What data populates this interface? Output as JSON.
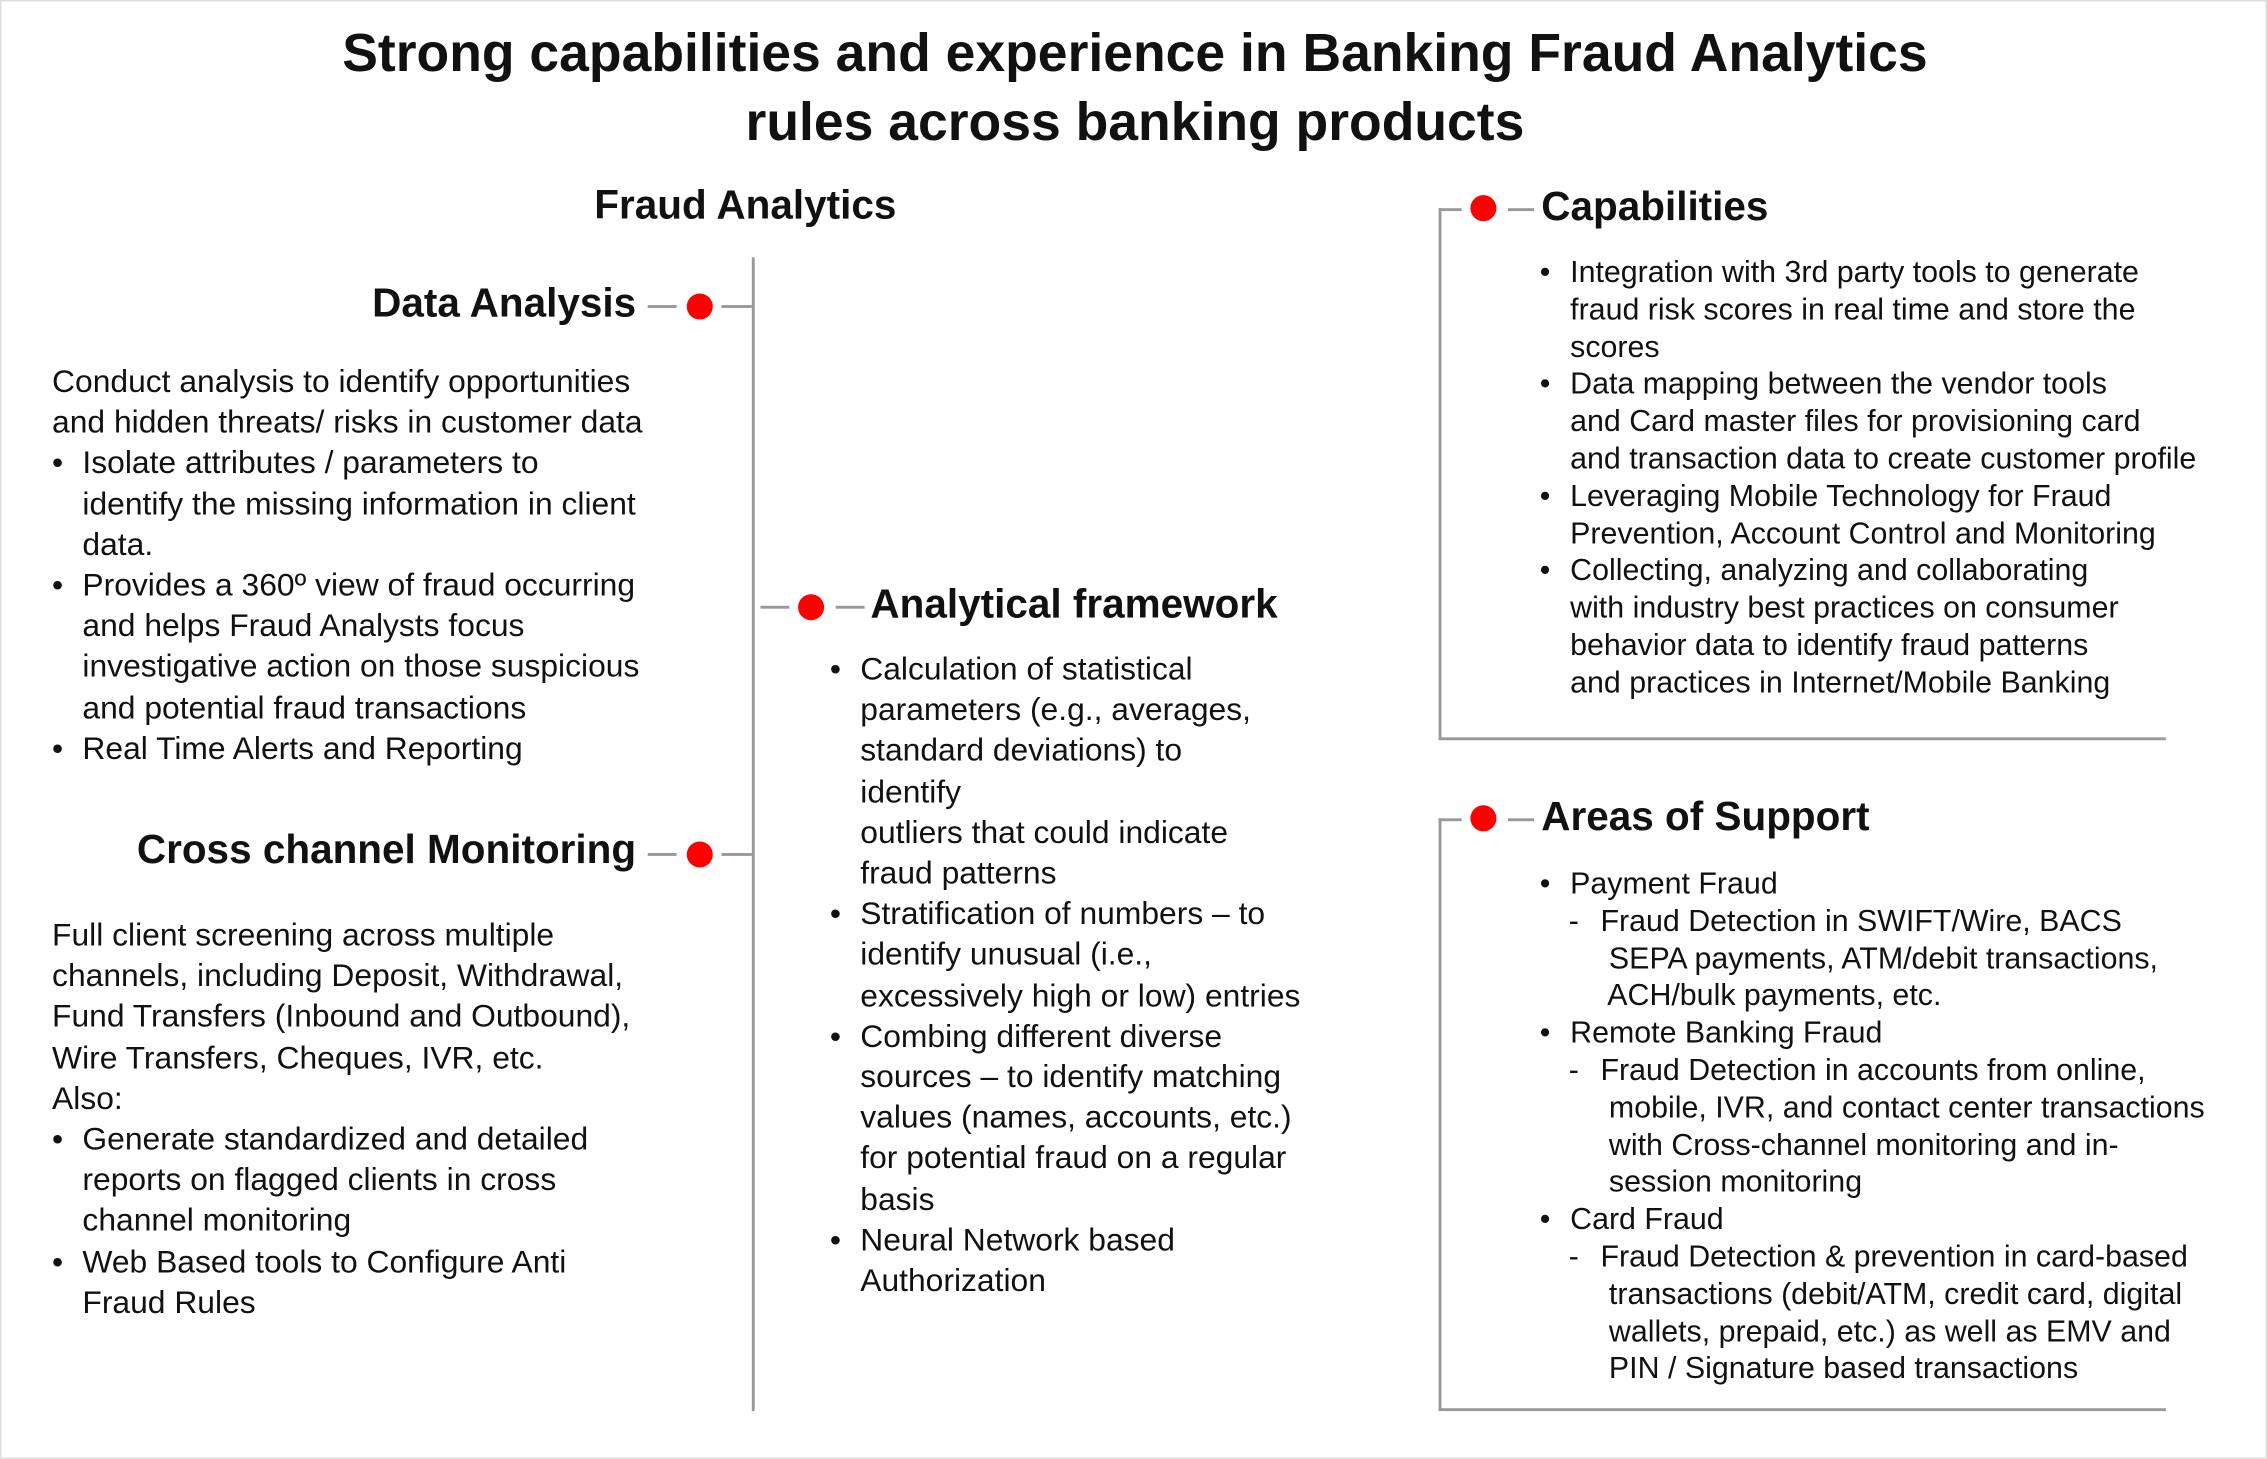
{
  "title": "Strong capabilities and experience in Banking Fraud Analytics\nrules across banking products",
  "accent_color": "#ff0000",
  "fraud_analytics": {
    "heading": "Fraud Analytics",
    "data_analysis": {
      "heading": "Data Analysis",
      "intro": "Conduct analysis to identify opportunities\nand hidden threats/ risks in customer data",
      "bullets": [
        "Isolate attributes / parameters to\nidentify the missing information in client\ndata.",
        "Provides a 360º view of fraud occurring\nand helps Fraud Analysts focus\ninvestigative action on those suspicious\nand potential fraud transactions",
        "Real Time Alerts and Reporting"
      ]
    },
    "cross_channel": {
      "heading": "Cross channel Monitoring",
      "intro": "Full client screening across multiple\nchannels, including Deposit, Withdrawal,\nFund Transfers (Inbound and Outbound),\nWire Transfers, Cheques, IVR, etc.\nAlso:",
      "bullets": [
        "Generate standardized and detailed\nreports on flagged clients in cross\nchannel monitoring",
        "Web Based tools to Configure Anti\nFraud Rules"
      ]
    },
    "analytical_framework": {
      "heading": "Analytical framework",
      "bullets": [
        "Calculation of statistical\nparameters (e.g., averages,\nstandard deviations) to\nidentify\noutliers that could indicate\nfraud patterns",
        "Stratification of numbers – to\nidentify unusual (i.e.,\nexcessively high or low) entries",
        "Combing different diverse\nsources – to identify matching\nvalues (names, accounts, etc.)\nfor potential fraud on a regular\nbasis",
        "Neural Network based\nAuthorization"
      ]
    }
  },
  "capabilities": {
    "heading": "Capabilities",
    "bullets": [
      "Integration with 3rd party tools to generate\nfraud risk scores in real time and store the\nscores",
      "Data mapping between the vendor tools\nand Card master files for provisioning card\nand transaction data to create customer profile",
      "Leveraging Mobile Technology for Fraud\nPrevention, Account Control and Monitoring",
      "Collecting, analyzing and collaborating\nwith industry best practices on consumer\nbehavior data to identify fraud patterns\nand practices in Internet/Mobile Banking"
    ]
  },
  "areas_of_support": {
    "heading": "Areas of Support",
    "items": [
      {
        "label": "Payment Fraud",
        "detail": "Fraud Detection in SWIFT/Wire, BACS\n SEPA payments, ATM/debit transactions,\n ACH/bulk payments, etc."
      },
      {
        "label": "Remote Banking Fraud",
        "detail": "Fraud Detection in accounts from online,\n mobile, IVR, and contact center transactions\n with Cross-channel monitoring and in-\n session monitoring"
      },
      {
        "label": "Card Fraud",
        "detail": "Fraud Detection & prevention in card-based\n transactions (debit/ATM, credit card, digital\n wallets, prepaid, etc.) as well as EMV and\n PIN / Signature based transactions"
      }
    ]
  }
}
